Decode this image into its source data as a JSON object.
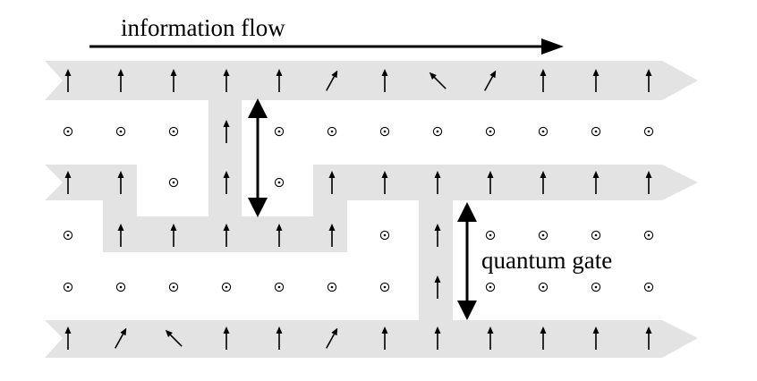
{
  "labels": {
    "flow": "information flow",
    "gate": "quantum gate"
  },
  "colors": {
    "band": "#e3e3e3",
    "ink": "#000000",
    "background": "#ffffff"
  },
  "symbols": {
    "up": "spin-up-arrow",
    "dot": "out-of-plane-spin",
    "ne": "tilted-right-arrow",
    "nw": "tilted-left-arrow"
  },
  "lattice": {
    "rows": [
      [
        "up",
        "up",
        "up",
        "up",
        "up",
        "ne",
        "up",
        "nw",
        "ne",
        "up",
        "up",
        "up"
      ],
      [
        "dot",
        "dot",
        "dot",
        "up",
        "dot",
        "dot",
        "dot",
        "dot",
        "dot",
        "dot",
        "dot",
        "dot"
      ],
      [
        "up",
        "up",
        "dot",
        "up",
        "dot",
        "up",
        "up",
        "up",
        "up",
        "up",
        "up",
        "up"
      ],
      [
        "dot",
        "up",
        "up",
        "up",
        "up",
        "up",
        "dot",
        "up",
        "dot",
        "dot",
        "dot",
        "dot"
      ],
      [
        "dot",
        "dot",
        "dot",
        "dot",
        "dot",
        "dot",
        "dot",
        "up",
        "dot",
        "dot",
        "dot",
        "dot"
      ],
      [
        "up",
        "ne",
        "nw",
        "up",
        "up",
        "ne",
        "up",
        "up",
        "up",
        "up",
        "up",
        "up"
      ]
    ]
  }
}
